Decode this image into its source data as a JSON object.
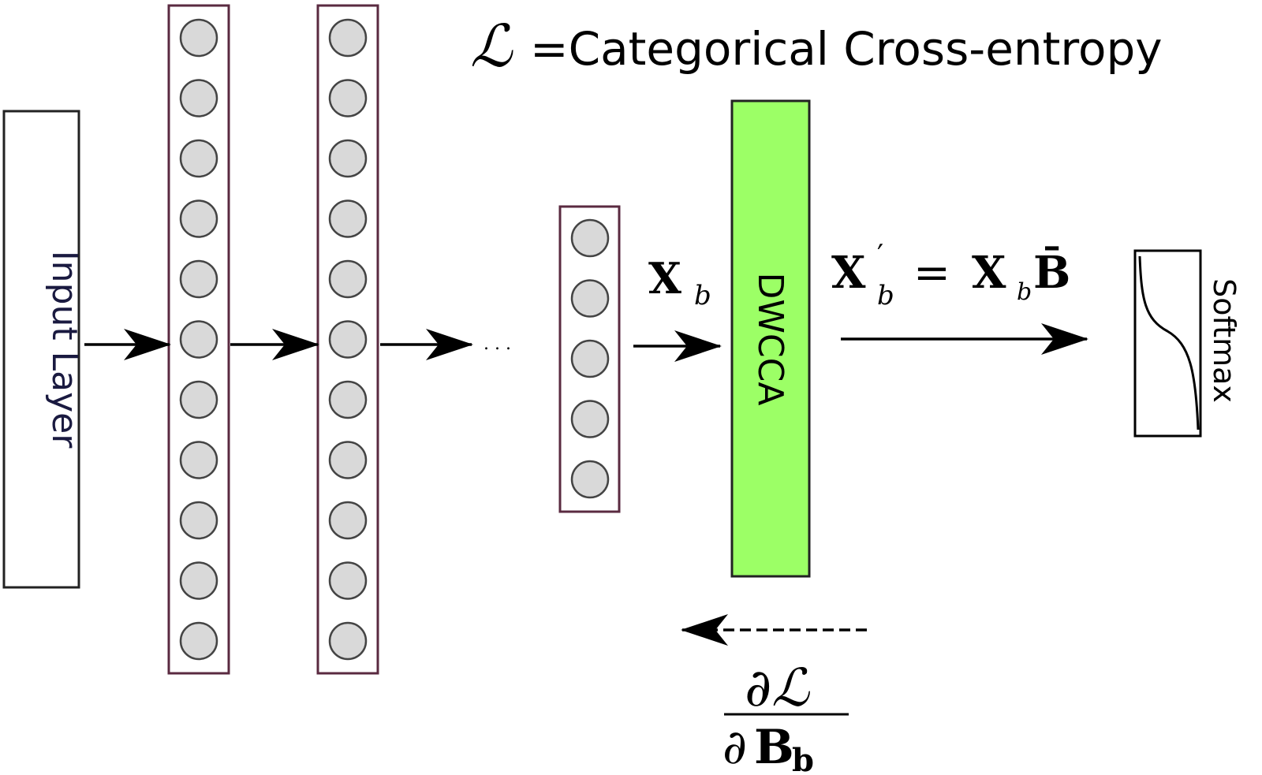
{
  "loss": {
    "symbol": "ℒ",
    "equals_text": "=Categorical Cross-entropy"
  },
  "input_layer": {
    "label": "Input Layer"
  },
  "hidden_layers": [
    {
      "neuron_count": 11
    },
    {
      "neuron_count": 11
    },
    {
      "neuron_count": 5
    }
  ],
  "ellipsis": ". . .",
  "xb_label": {
    "main": "X",
    "sub": "b"
  },
  "dwcca": {
    "label": "DWCCA",
    "fill_color": "#9cff66"
  },
  "projection_equation": {
    "lhs_main": "X",
    "lhs_prime": "′",
    "lhs_sub": "b",
    "equals": "=",
    "rhs_main": "X",
    "rhs_sub": "b",
    "rhs_b": "B̄"
  },
  "softmax": {
    "label": "Softmax"
  },
  "gradient": {
    "numerator": "∂ℒ",
    "denominator_partial": "∂",
    "denominator_main": "B",
    "denominator_sub": "b"
  },
  "colors": {
    "neuron_fill": "#d9d9d9",
    "layer_border": "#5a2a40",
    "stroke": "#111111"
  }
}
